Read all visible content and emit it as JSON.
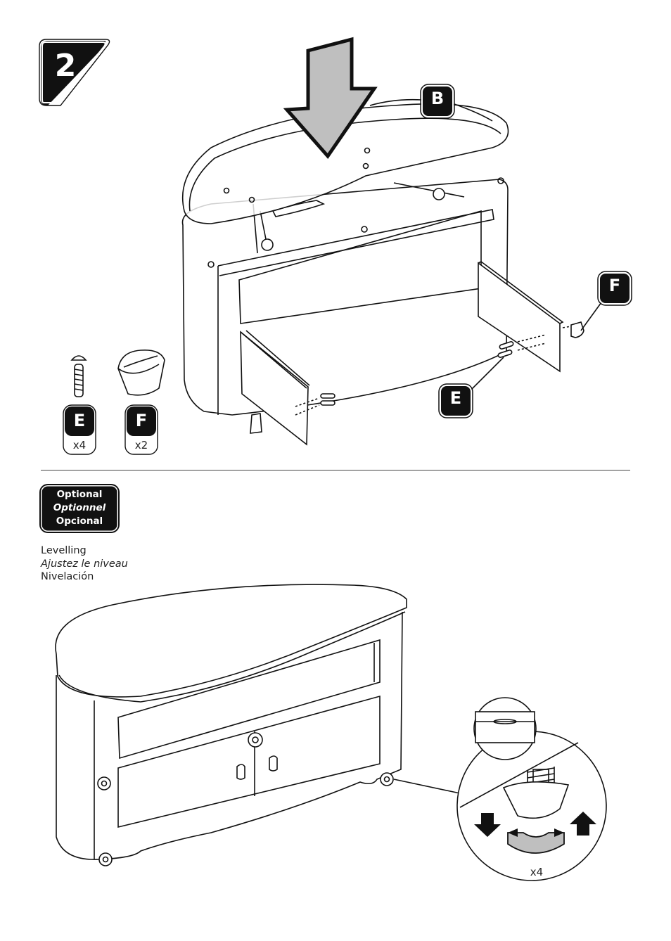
{
  "step": {
    "number": "2"
  },
  "callouts": {
    "glass_top": "B",
    "knob": "F",
    "screws": "E"
  },
  "parts": [
    {
      "letter": "E",
      "qty": "x4",
      "icon": "screw-icon"
    },
    {
      "letter": "F",
      "qty": "x2",
      "icon": "knob-icon"
    }
  ],
  "optional": {
    "en": "Optional",
    "fr": "Optionnel",
    "es": "Opcional"
  },
  "levelling": {
    "en": "Levelling",
    "fr": "Ajustez le niveau",
    "es": "Nivelación"
  },
  "detail": {
    "qty": "x4"
  }
}
